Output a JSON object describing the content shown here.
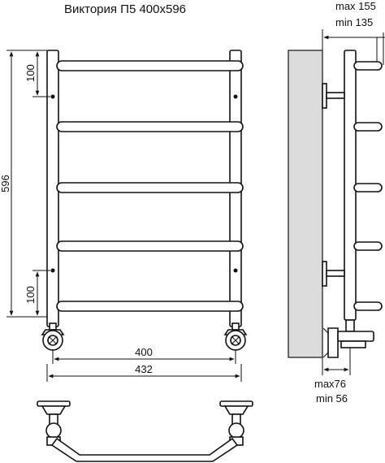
{
  "title": "Виктория П5 400x596",
  "dimensions": {
    "height_total": "596",
    "top_offset": "100",
    "bottom_offset": "100",
    "width_inner": "400",
    "width_outer": "432",
    "depth_max": "max 155",
    "depth_min": "min 135",
    "wall_max": "max76",
    "wall_min": "min 56"
  },
  "colors": {
    "wall": "#dcdcdc",
    "stroke": "#111111",
    "background": "#ffffff"
  }
}
